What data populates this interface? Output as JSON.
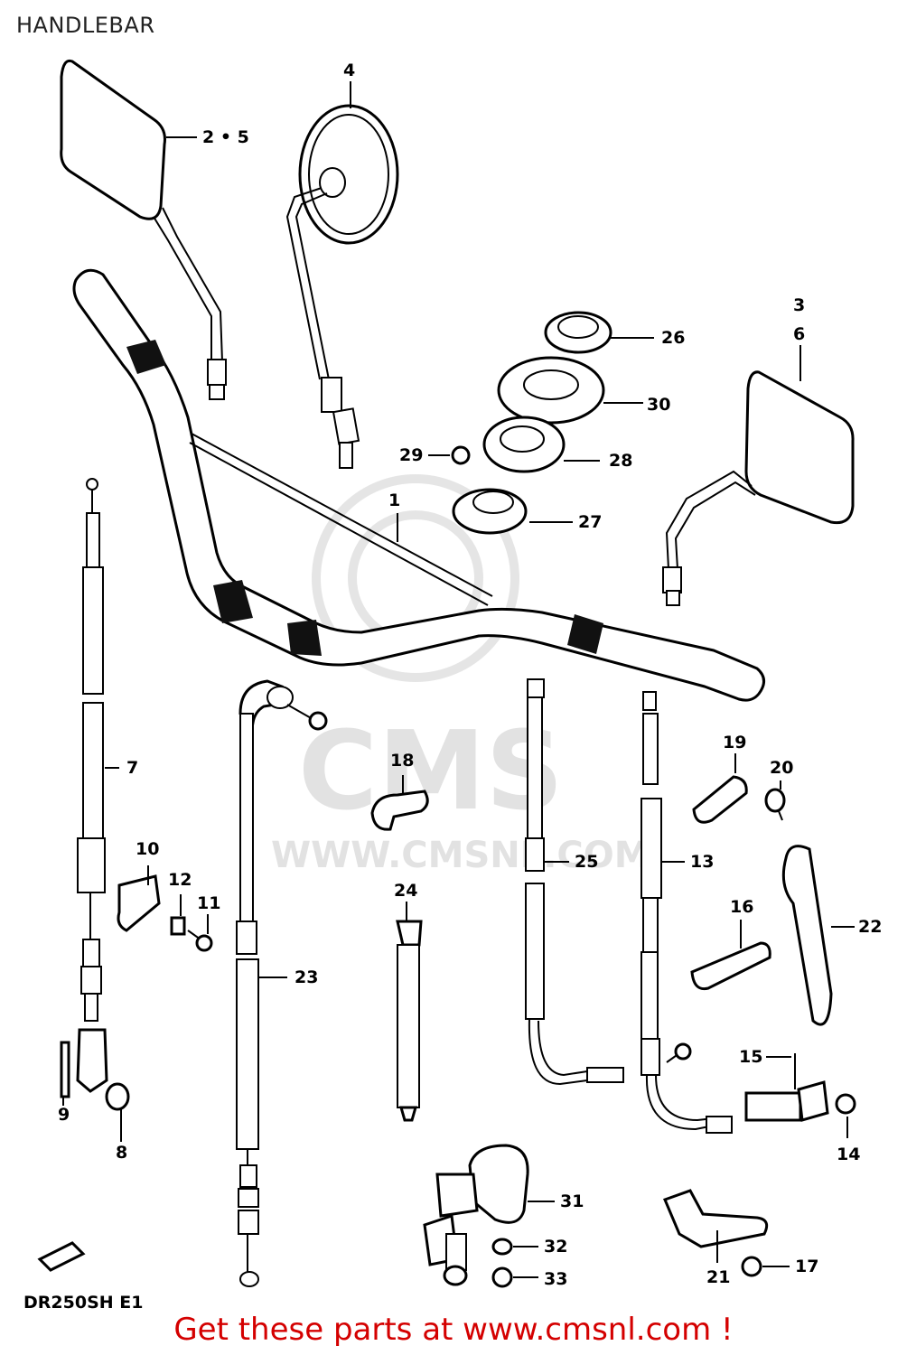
{
  "title": "HANDLEBAR",
  "model_code": "DR250SH E1",
  "watermark": {
    "logo_text": "CMS",
    "url_text": "WWW.CMSNL.COM"
  },
  "footer": {
    "text": "Get these parts at www.cmsnl.com !",
    "color": "#d40000"
  },
  "callouts": [
    {
      "id": "1",
      "label": "1"
    },
    {
      "id": "2-5",
      "label": "2 • 5"
    },
    {
      "id": "3",
      "label": "3"
    },
    {
      "id": "6",
      "label": "6"
    },
    {
      "id": "4",
      "label": "4"
    },
    {
      "id": "7",
      "label": "7"
    },
    {
      "id": "8",
      "label": "8"
    },
    {
      "id": "9",
      "label": "9"
    },
    {
      "id": "10",
      "label": "10"
    },
    {
      "id": "11",
      "label": "11"
    },
    {
      "id": "12",
      "label": "12"
    },
    {
      "id": "13",
      "label": "13"
    },
    {
      "id": "14",
      "label": "14"
    },
    {
      "id": "15",
      "label": "15"
    },
    {
      "id": "16",
      "label": "16"
    },
    {
      "id": "17",
      "label": "17"
    },
    {
      "id": "18",
      "label": "18"
    },
    {
      "id": "19",
      "label": "19"
    },
    {
      "id": "20",
      "label": "20"
    },
    {
      "id": "21",
      "label": "21"
    },
    {
      "id": "22",
      "label": "22"
    },
    {
      "id": "23",
      "label": "23"
    },
    {
      "id": "24",
      "label": "24"
    },
    {
      "id": "25",
      "label": "25"
    },
    {
      "id": "26",
      "label": "26"
    },
    {
      "id": "27",
      "label": "27"
    },
    {
      "id": "28",
      "label": "28"
    },
    {
      "id": "29",
      "label": "29"
    },
    {
      "id": "30",
      "label": "30"
    },
    {
      "id": "31",
      "label": "31"
    },
    {
      "id": "32",
      "label": "32"
    },
    {
      "id": "33",
      "label": "33"
    }
  ]
}
